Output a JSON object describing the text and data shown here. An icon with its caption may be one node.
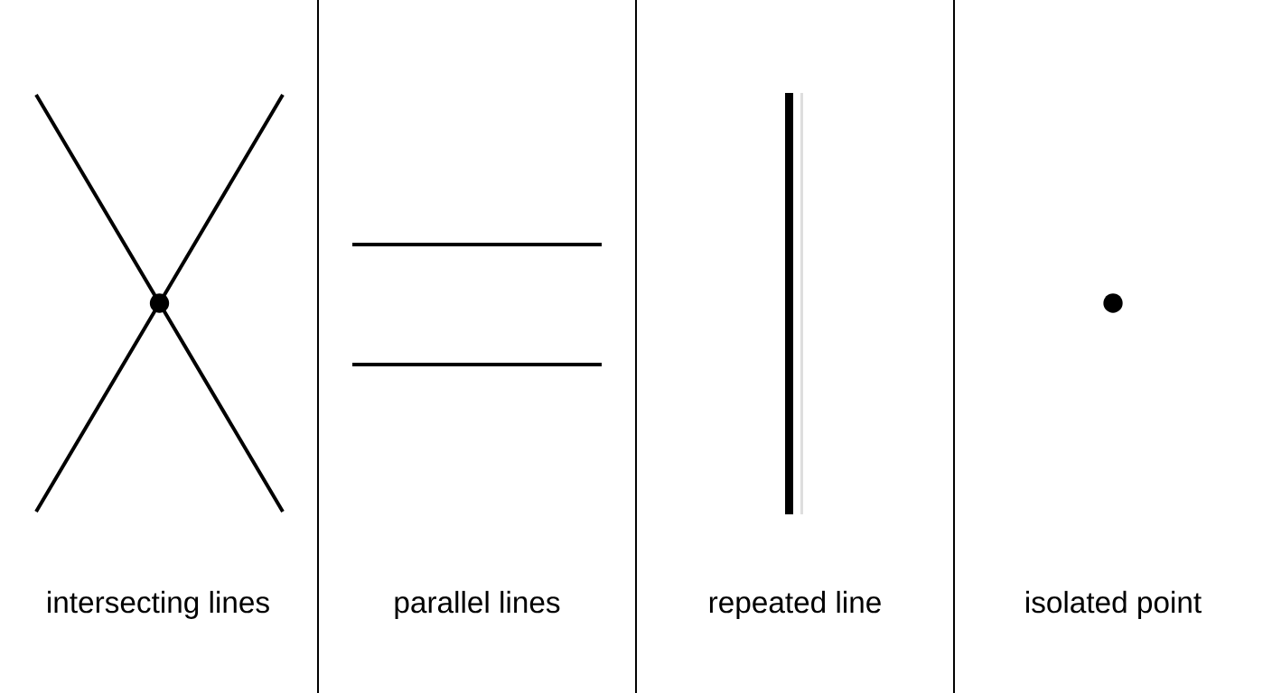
{
  "diagram": {
    "labels": [
      "intersecting lines",
      "parallel lines",
      "repeated line",
      "isolated point"
    ]
  }
}
